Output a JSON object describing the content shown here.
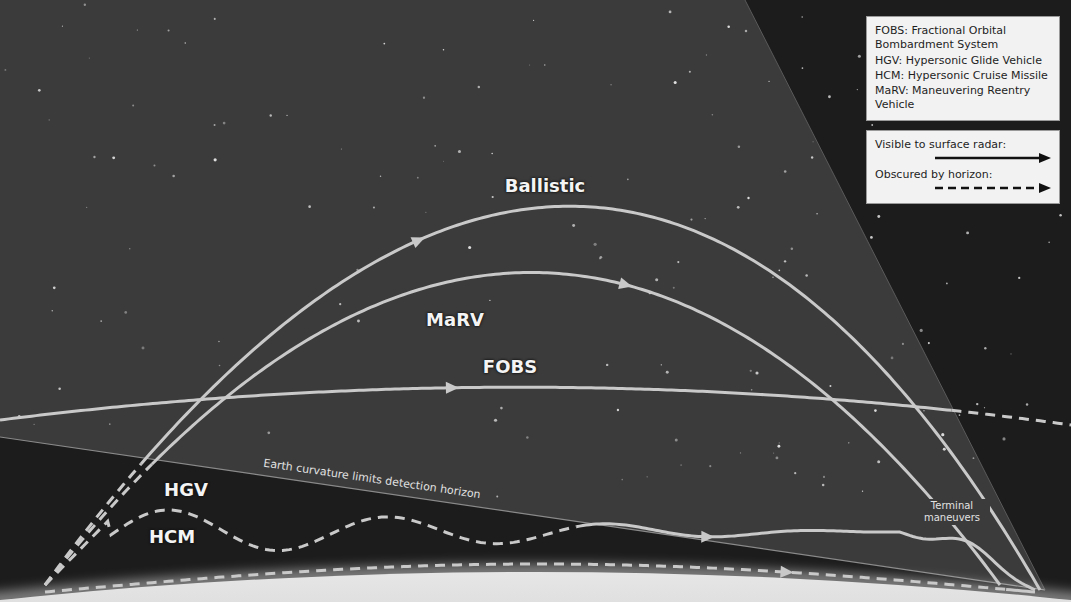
{
  "diagram": {
    "nodes": [
      {
        "text": [
          "FOBS: Fractional Orbital Bombardment System",
          "HGV: Hypersonic Glide Vehicle",
          "HCM: Hypersonic Cruise Missile",
          "MaRV: Maneuvering Reentry Vehicle"
        ]
      }
    ],
    "labels": [
      "Ballistic",
      "MaRV",
      "FOBS",
      "HGV",
      "HCM",
      "Earth curvature limits detection horizon",
      "Terminal maneuvers"
    ],
    "legend": [
      {
        "text": "Visible to surface radar:"
      },
      {
        "text": "Obscured by horizon:"
      }
    ]
  }
}
